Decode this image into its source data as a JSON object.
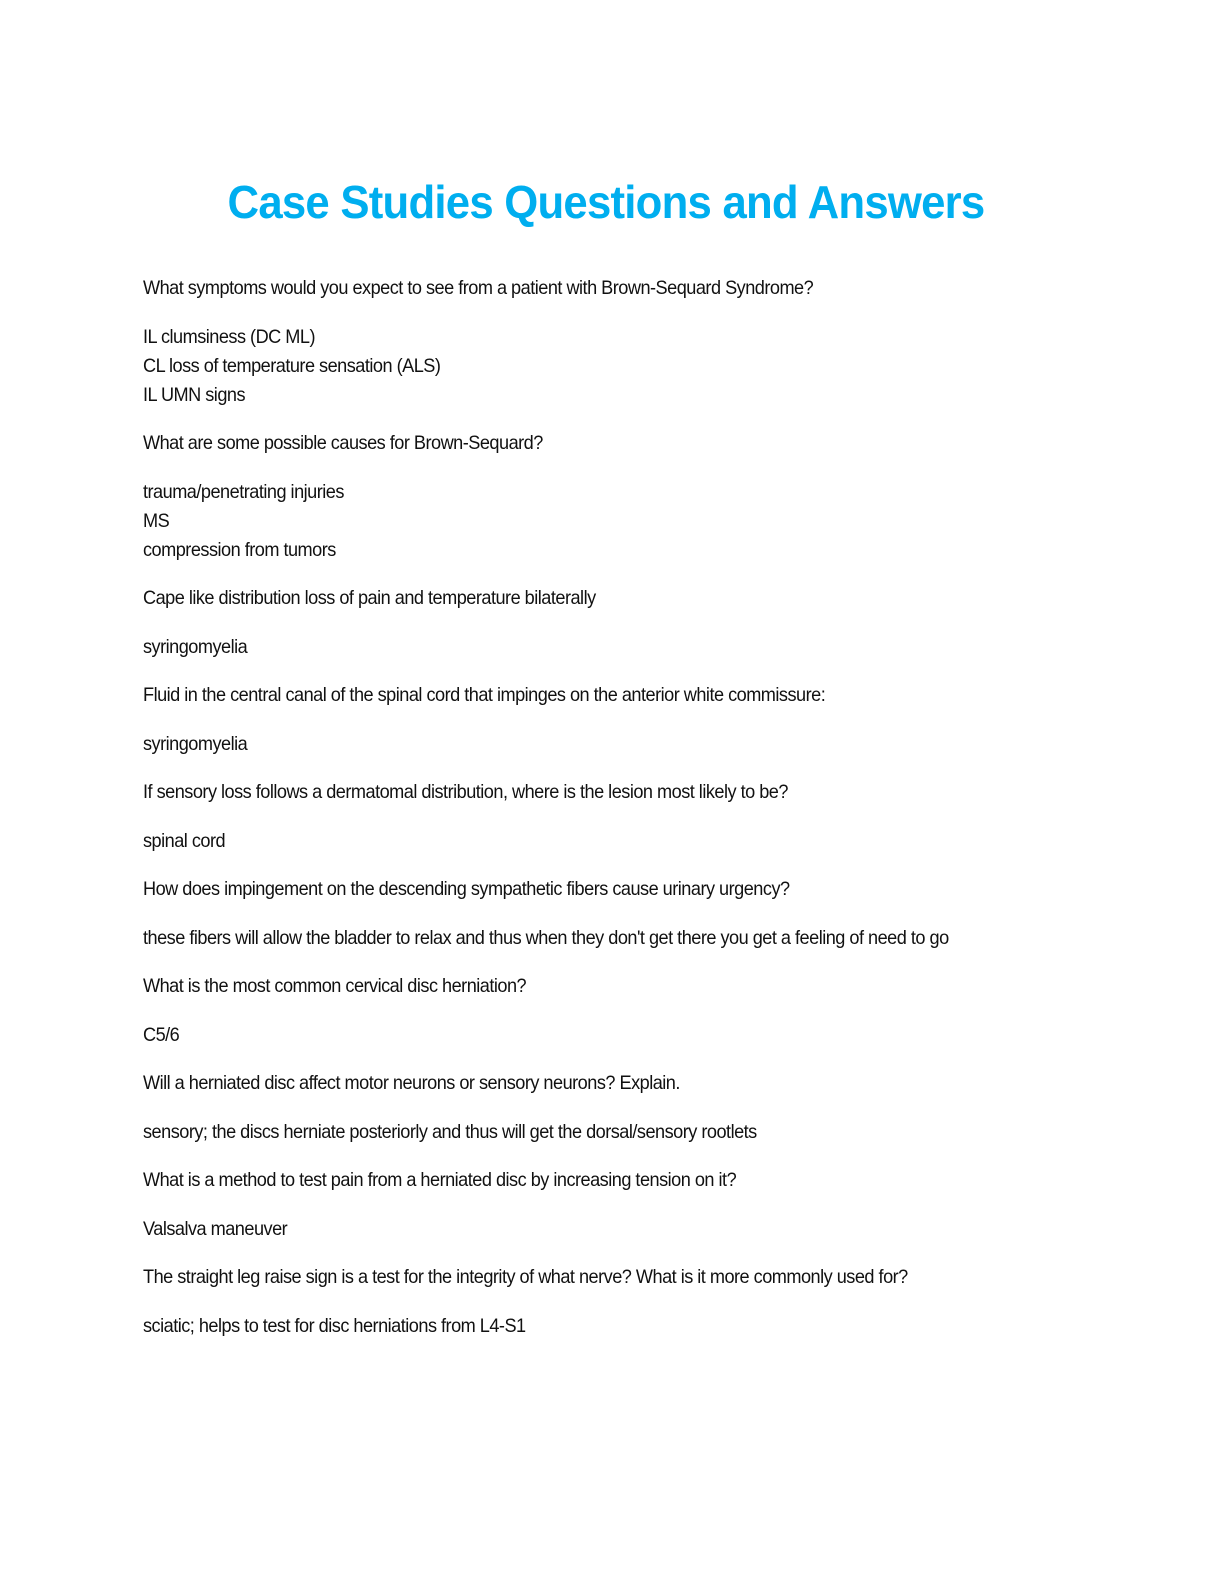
{
  "document": {
    "title": "Case Studies Questions and Answers",
    "accent_color": "#00aeef",
    "items": [
      {
        "type": "question",
        "lines": [
          "What symptoms would you expect to see from a patient with Brown-Sequard Syndrome?"
        ]
      },
      {
        "type": "answer",
        "lines": [
          "IL clumsiness (DC ML)",
          "CL loss of temperature sensation (ALS)",
          "IL UMN signs"
        ]
      },
      {
        "type": "question",
        "lines": [
          "What are some possible causes for Brown-Sequard?"
        ]
      },
      {
        "type": "answer",
        "lines": [
          "trauma/penetrating injuries",
          "MS",
          "compression from tumors"
        ]
      },
      {
        "type": "question",
        "lines": [
          "Cape like distribution loss of pain and temperature bilaterally"
        ]
      },
      {
        "type": "answer",
        "lines": [
          "syringomyelia"
        ]
      },
      {
        "type": "question",
        "lines": [
          "Fluid in the central canal of the spinal cord that impinges on the anterior white commissure:"
        ]
      },
      {
        "type": "answer",
        "lines": [
          "syringomyelia"
        ]
      },
      {
        "type": "question",
        "lines": [
          "If sensory loss follows a dermatomal distribution, where is the lesion most likely to be?"
        ]
      },
      {
        "type": "answer",
        "lines": [
          "spinal cord"
        ]
      },
      {
        "type": "question",
        "lines": [
          "How does impingement on the descending sympathetic fibers cause urinary urgency?"
        ]
      },
      {
        "type": "answer",
        "lines": [
          "these fibers will allow the bladder to relax and thus when they don't get there you get a feeling of need to go"
        ]
      },
      {
        "type": "question",
        "lines": [
          "What is the most common cervical disc herniation?"
        ]
      },
      {
        "type": "answer",
        "lines": [
          "C5/6"
        ]
      },
      {
        "type": "question",
        "lines": [
          "Will a herniated disc affect motor neurons or sensory neurons? Explain."
        ]
      },
      {
        "type": "answer",
        "lines": [
          "sensory; the discs herniate posteriorly and thus will get the dorsal/sensory rootlets"
        ]
      },
      {
        "type": "question",
        "lines": [
          "What is a method to test pain from a herniated disc by increasing tension on it?"
        ]
      },
      {
        "type": "answer",
        "lines": [
          "Valsalva maneuver"
        ]
      },
      {
        "type": "question",
        "lines": [
          "The straight leg raise sign is a test for the integrity of what nerve? What is it more commonly used for?"
        ]
      },
      {
        "type": "answer",
        "lines": [
          "sciatic; helps to test for disc herniations from L4-S1"
        ]
      }
    ]
  }
}
